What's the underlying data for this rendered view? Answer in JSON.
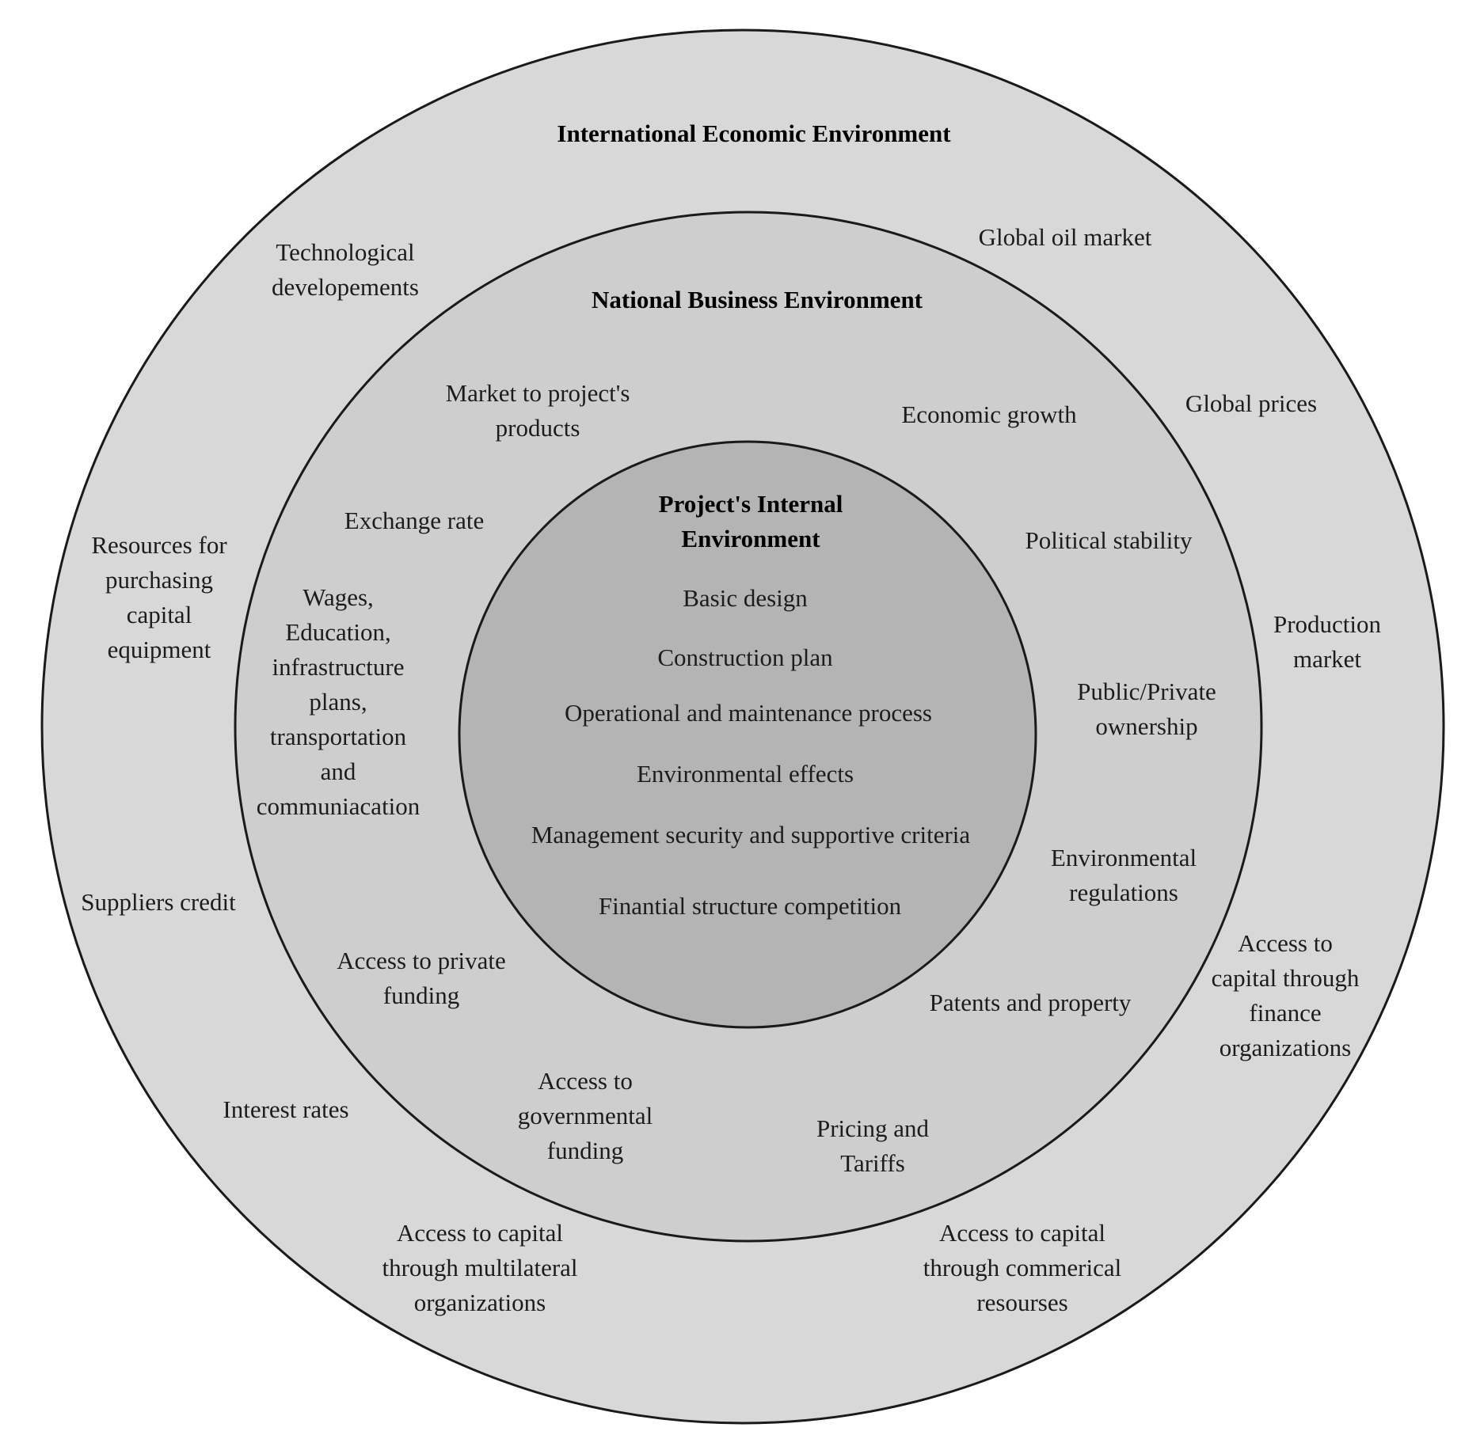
{
  "outer": {
    "title": "International Economic Environment",
    "factors": {
      "technological": "Technological\ndevelopements",
      "global_oil_market": "Global oil market",
      "global_prices": "Global prices",
      "resources": "Resources for\npurchasing\ncapital\nequipment",
      "production_market": "Production\nmarket",
      "suppliers_credit": "Suppliers credit",
      "access_finance_orgs": "Access to\ncapital through\nfinance\norganizations",
      "interest_rates": "Interest rates",
      "access_multilateral": "Access to capital\nthrough multilateral\norganizations",
      "access_commercial": "Access to capital\nthrough commerical\nresourses"
    }
  },
  "middle": {
    "title": "National Business Environment",
    "factors": {
      "market": "Market to project's\nproducts",
      "economic_growth": "Economic growth",
      "exchange_rate": "Exchange rate",
      "political_stability": "Political stability",
      "wages": "Wages,\nEducation,\ninfrastructure\nplans,\ntransportation\nand\ncommuniacation",
      "ownership": "Public/Private\nownership",
      "env_regulations": "Environmental\nregulations",
      "private_funding": "Access to private\nfunding",
      "patents": "Patents and property",
      "gov_funding": "Access to\ngovernmental\nfunding",
      "pricing": "Pricing and\nTariffs"
    }
  },
  "inner": {
    "title": "Project's Internal\nEnvironment",
    "items": [
      "Basic design",
      "Construction plan",
      "Operational and maintenance process",
      "Environmental effects",
      "Management security and supportive criteria",
      "Finantial structure competition"
    ]
  },
  "colors": {
    "outer_ring": "#d8d8d8",
    "middle_ring": "#cecece",
    "inner_ring": "#b4b4b4",
    "outline": "#1a1a1a"
  }
}
